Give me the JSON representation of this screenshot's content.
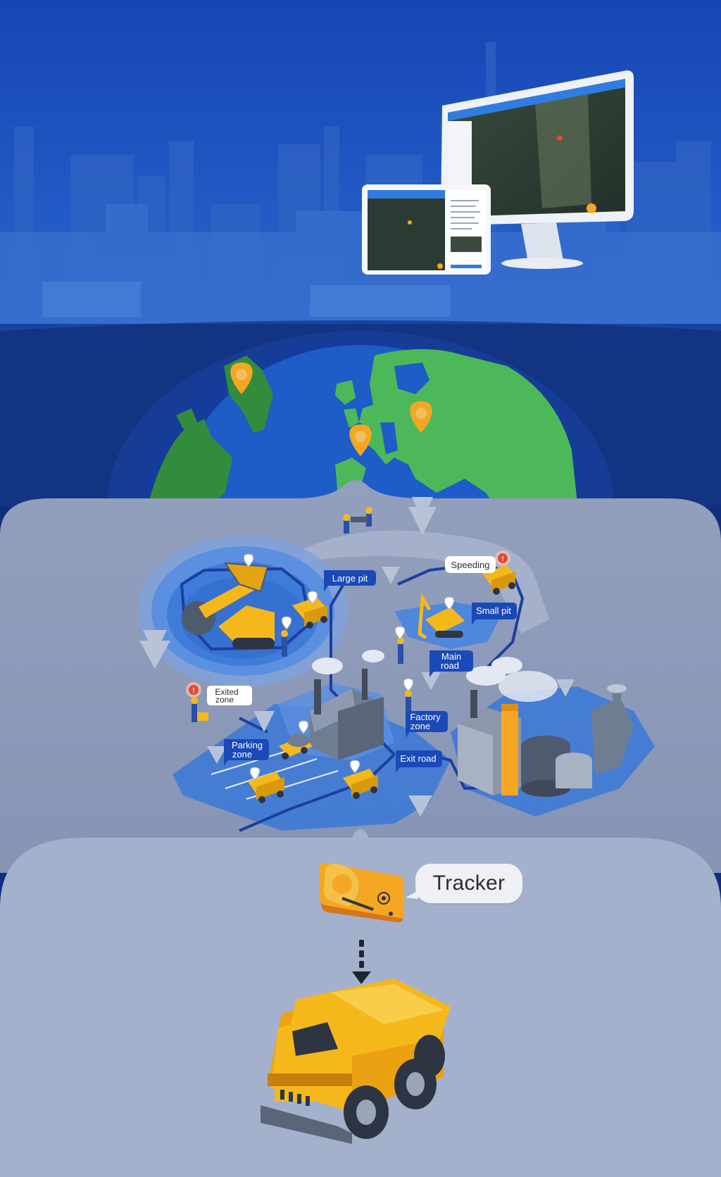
{
  "labels": {
    "large_pit": "Large pit",
    "speeding": "Speeding",
    "small_pit": "Small pit",
    "main_road_1": "Main",
    "main_road_2": "road",
    "exited_zone_1": "Exited",
    "exited_zone_2": "zone",
    "factory_zone_1": "Factory",
    "factory_zone_2": "zone",
    "parking_zone_1": "Parking",
    "parking_zone_2": "zone",
    "exit_road": "Exit road",
    "tracker": "Tracker",
    "alert_mark": "!"
  },
  "icons": {
    "location_pin": "location-pin-icon",
    "alert": "alert-icon",
    "tracker_device": "gps-tracker-icon",
    "arrow_down": "arrow-down-icon"
  },
  "colors": {
    "top_blue": "#1a4fb8",
    "deep_blue": "#123482",
    "ocean_blue": "#1e5cc8",
    "land_green": "#4db85a",
    "land_dark_green": "#338c3e",
    "pin_orange": "#f5a623",
    "zone_blue": "#3a78d8",
    "road_blue": "#1b3fa0",
    "label_blue": "#1a49b8",
    "ground_grey": "#8c9ab8",
    "lower_grey": "#a3b1cc",
    "truck_yellow": "#f5b81b",
    "alert_red": "#e8472e"
  }
}
